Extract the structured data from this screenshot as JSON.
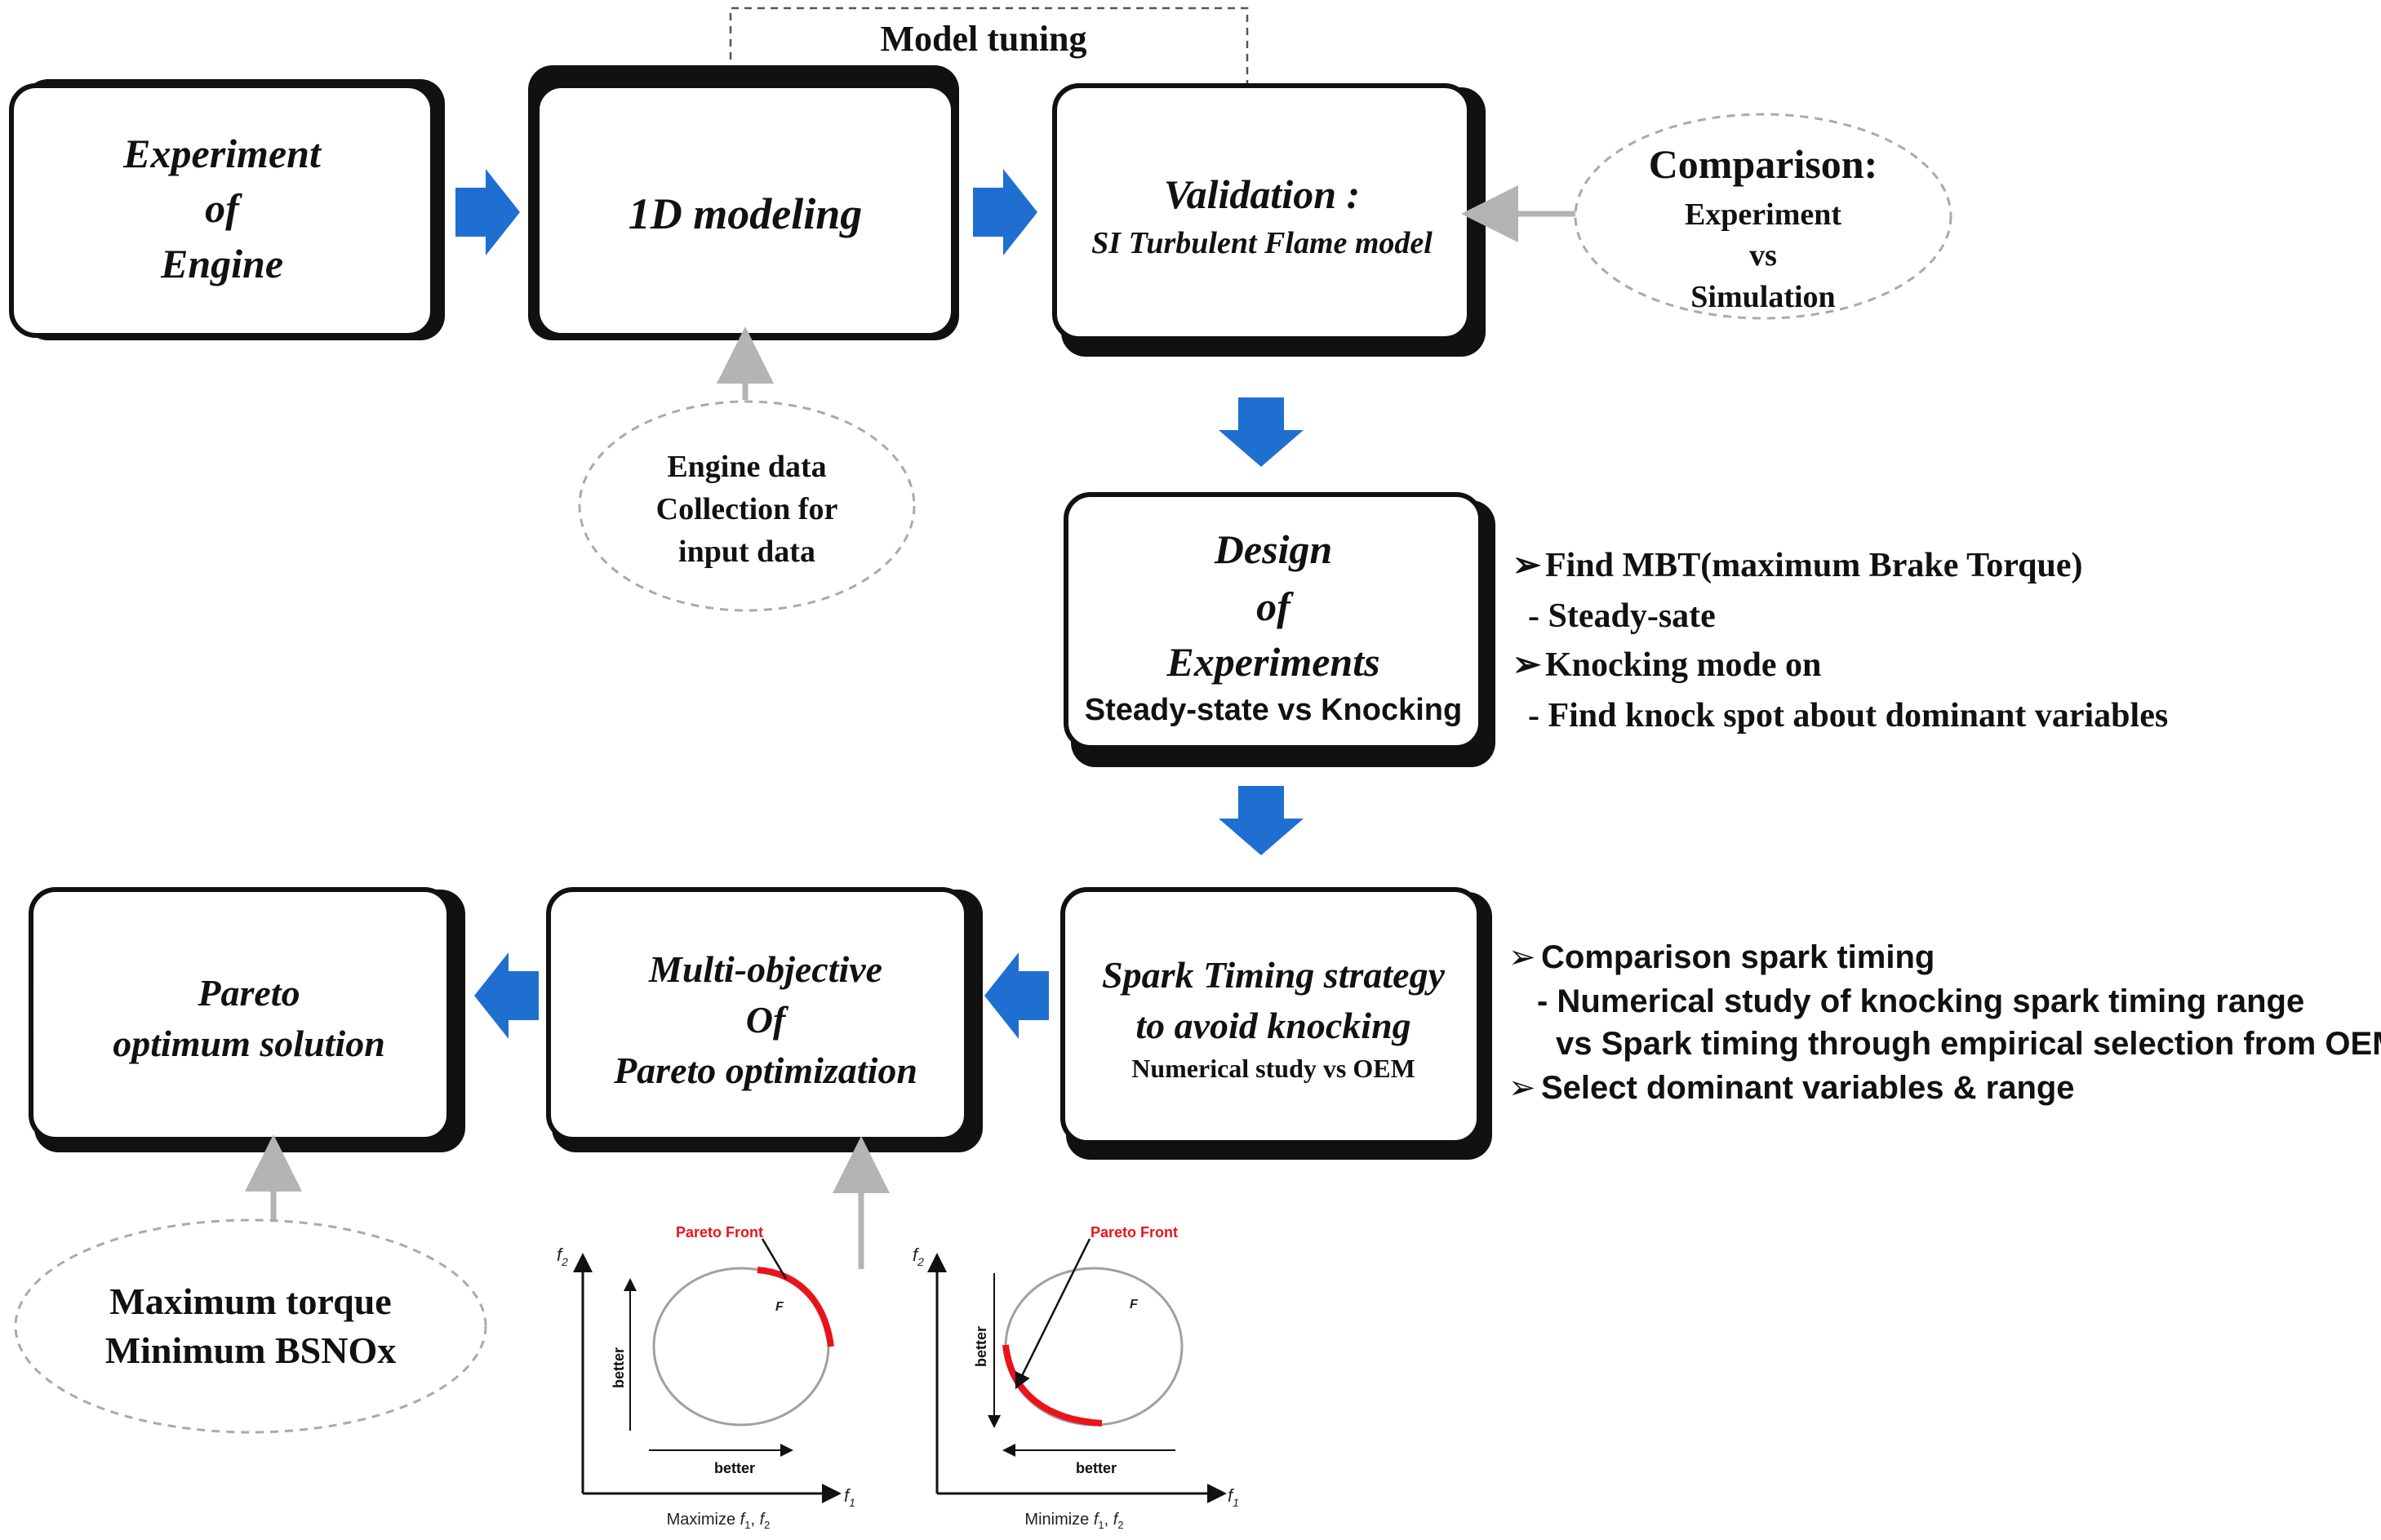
{
  "model_tuning": "Model tuning",
  "boxes": {
    "experiment": [
      "Experiment",
      "of",
      "Engine"
    ],
    "modeling": "1D modeling",
    "validation": {
      "title": "Validation :",
      "subtitle": "SI Turbulent Flame  model"
    },
    "design": {
      "lines": [
        "Design",
        "of",
        "Experiments"
      ],
      "subtitle": "Steady-state vs Knocking"
    },
    "spark": {
      "lines": [
        "Spark Timing strategy",
        "to avoid  knocking"
      ],
      "subtitle": "Numerical study vs OEM"
    },
    "multi": [
      "Multi-objective",
      "Of",
      "Pareto optimization"
    ],
    "pareto": [
      "Pareto",
      "optimum solution"
    ]
  },
  "ovals": {
    "comparison": {
      "title": "Comparison:",
      "lines": [
        "Experiment",
        "vs",
        "Simulation"
      ]
    },
    "engine_data": [
      "Engine data",
      "Collection for",
      "input data"
    ],
    "objectives": [
      "Maximum torque",
      "Minimum BSNOx"
    ]
  },
  "notes": {
    "design": [
      {
        "bullet": "➢",
        "text": "Find MBT(maximum Brake Torque)"
      },
      {
        "bullet": "",
        "text": "- Steady-sate"
      },
      {
        "bullet": "➢",
        "text": "Knocking mode on"
      },
      {
        "bullet": "",
        "text": "- Find knock spot about dominant variables"
      }
    ],
    "spark": [
      {
        "bullet": "➢",
        "text": "Comparison spark timing"
      },
      {
        "bullet": "",
        "text": "- Numerical study of knocking spark timing range"
      },
      {
        "bullet": "",
        "text": "vs Spark timing through empirical selection from OEM"
      },
      {
        "bullet": "➢",
        "text": "Select dominant variables & range"
      }
    ]
  },
  "mini_plots": [
    {
      "front_label": "Pareto Front",
      "point_label": "F",
      "ylabel": "better",
      "xlabel": "better",
      "y_axis": "f",
      "y_sub": "2",
      "x_axis": "f",
      "x_sub": "1",
      "caption_prefix": "Maximize ",
      "caption_f1": "f",
      "caption_s1": "1",
      "caption_f2": "f",
      "caption_s2": "2"
    },
    {
      "front_label": "Pareto Front",
      "point_label": "F",
      "ylabel": "better",
      "xlabel": "better",
      "y_axis": "f",
      "y_sub": "2",
      "x_axis": "f",
      "x_sub": "1",
      "caption_prefix": "Minimize ",
      "caption_f1": "f",
      "caption_s1": "1",
      "caption_f2": "f",
      "caption_s2": "2"
    }
  ],
  "colors": {
    "flow_arrow": "#1f6fd1",
    "feed_arrow": "#b4b4b4",
    "pareto_front": "#e8141a",
    "box_border": "#111111"
  }
}
